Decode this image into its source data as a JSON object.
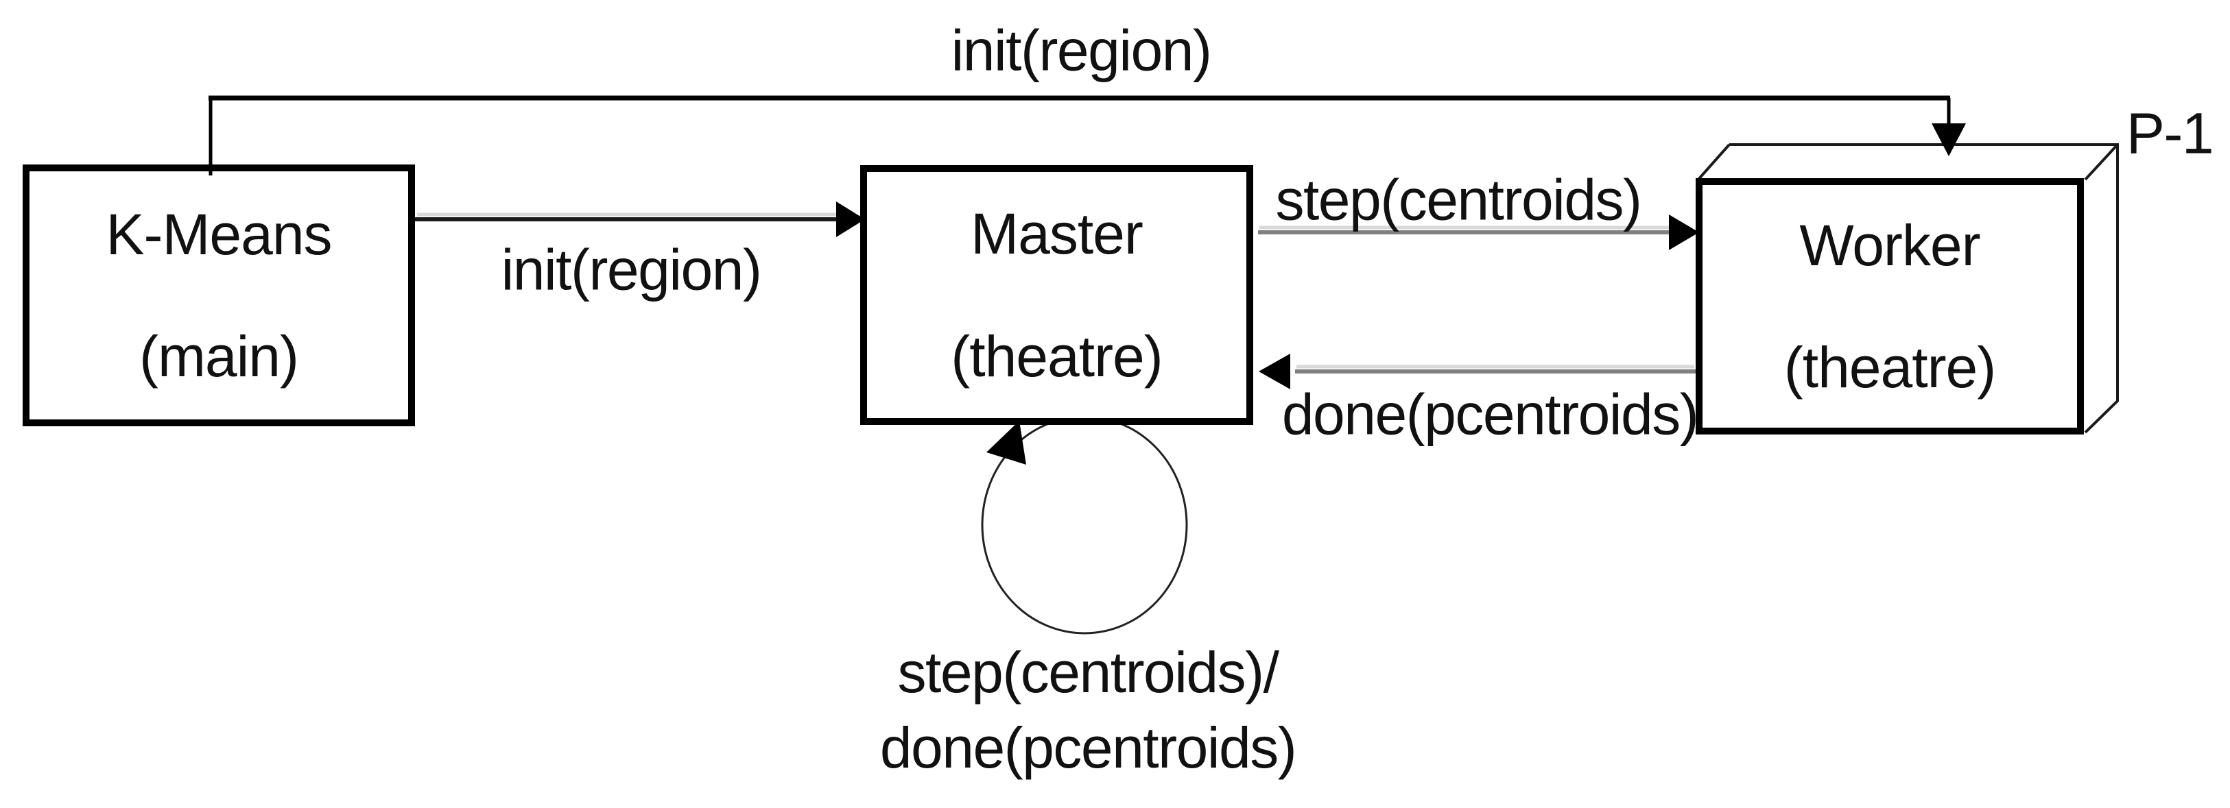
{
  "page": {
    "background": "#ffffff"
  },
  "colors": {
    "ink": "#111111",
    "line_black": "#1a1a1a",
    "line_gray": "#808080",
    "line_highlight": "#d9d9d9",
    "node_border": "#000000",
    "node_fill": "#ffffff"
  },
  "nodes": {
    "kmeans": {
      "title": "K-Means",
      "subtitle": "(main)"
    },
    "master": {
      "title": "Master",
      "subtitle": "(theatre)"
    },
    "worker": {
      "title": "Worker",
      "subtitle": "(theatre)",
      "badge": "P-1"
    }
  },
  "edges": {
    "init_broadcast": {
      "label": "init(region)",
      "from": "kmeans",
      "to": "worker"
    },
    "init_master": {
      "label": "init(region)",
      "from": "kmeans",
      "to": "master"
    },
    "step": {
      "label": "step(centroids)",
      "from": "master",
      "to": "worker"
    },
    "done": {
      "label": "done(pcentroids)",
      "from": "worker",
      "to": "master"
    },
    "self_loop": {
      "label_line1": "step(centroids)/",
      "label_line2": "done(pcentroids)",
      "from": "master",
      "to": "master"
    }
  }
}
